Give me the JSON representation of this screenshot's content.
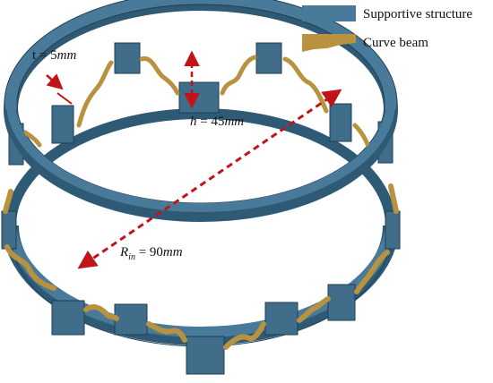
{
  "legend": {
    "items": [
      {
        "label": "Supportive structure",
        "color": "#4a7a99"
      },
      {
        "label": "Curve beam",
        "color": "#b8923e"
      }
    ]
  },
  "annotations": {
    "thickness": {
      "symbol": "t",
      "eq": " = 5",
      "unit": "mm"
    },
    "height": {
      "symbol": "h",
      "eq": " = 45",
      "unit": "mm"
    },
    "radius": {
      "symbol": "R",
      "sub": "in",
      "eq": " = 90",
      "unit": "mm"
    }
  },
  "colors": {
    "structure": "#4a7a99",
    "structure_dark": "#2f5a75",
    "structure_edge": "#1f3f55",
    "beam": "#b8923e",
    "beam_dark": "#7d5f22",
    "arrow": "#c0141a"
  }
}
